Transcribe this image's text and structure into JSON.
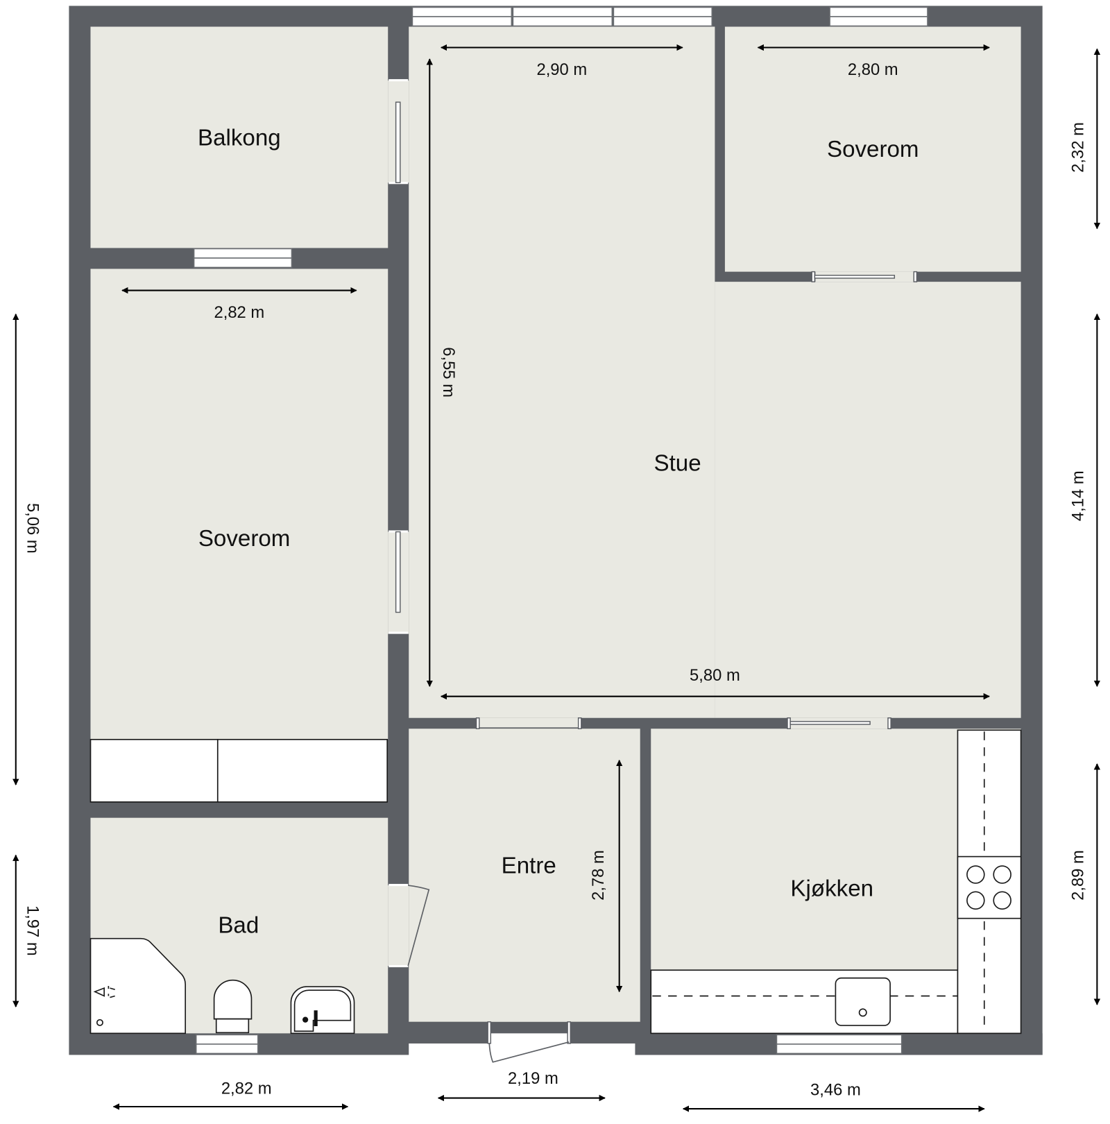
{
  "plan": {
    "colors": {
      "wall": "#5c5f64",
      "floor": "#e9e9e2",
      "fixture": "#ffffff",
      "line": "#1a1a1a"
    },
    "rooms": [
      {
        "id": "balkong",
        "label": "Balkong"
      },
      {
        "id": "soverom_left",
        "label": "Soverom"
      },
      {
        "id": "stue",
        "label": "Stue"
      },
      {
        "id": "soverom_right",
        "label": "Soverom"
      },
      {
        "id": "bad",
        "label": "Bad"
      },
      {
        "id": "entre",
        "label": "Entre"
      },
      {
        "id": "kjokken",
        "label": "Kjøkken"
      }
    ],
    "dimensions": {
      "stue_top_width": "2,90 m",
      "soverom_right_width": "2,80 m",
      "soverom_right_height": "2,32 m",
      "soverom_left_width": "2,82 m",
      "stue_height": "6,55 m",
      "stue_width": "5,80 m",
      "right_middle_height": "4,14 m",
      "left_height": "5,06 m",
      "entre_height": "2,78 m",
      "kjokken_height": "2,89 m",
      "bad_height": "1,97 m",
      "bad_width": "2,82 m",
      "entre_width": "2,19 m",
      "kjokken_width": "3,46 m"
    }
  }
}
